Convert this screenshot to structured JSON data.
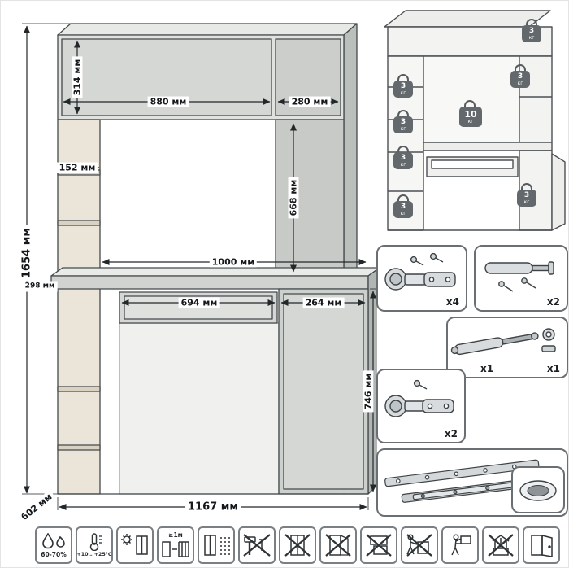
{
  "drawing": {
    "dimensions": {
      "overall_height": "1654 мм",
      "top_cabinet_height": "314 мм",
      "top_door_width": "880 мм",
      "top_right_width": "280 мм",
      "niche_height": "668 мм",
      "shelf_depth": "152 мм",
      "desktop_width": "1000 мм",
      "left_depth": "298 мм",
      "drawer_width": "694 мм",
      "cabinet_width": "264 мм",
      "desk_height": "746 мм",
      "overall_width": "1167 мм",
      "overall_depth": "602 мм"
    }
  },
  "load": {
    "unit": "кг",
    "weights": [
      {
        "kg": "3"
      },
      {
        "kg": "3"
      },
      {
        "kg": "3"
      },
      {
        "kg": "3"
      },
      {
        "kg": "3"
      },
      {
        "kg": "3"
      },
      {
        "kg": "10"
      },
      {
        "kg": "3"
      }
    ]
  },
  "hardware": {
    "hinge_large": {
      "count": "x4"
    },
    "damper": {
      "count": "x2"
    },
    "gas_lift": {
      "count": "x1"
    },
    "fittings": {
      "count": "x1"
    },
    "hinge_small": {
      "count": "x2"
    }
  },
  "care": {
    "humidity": {
      "label": "60-70%"
    },
    "temperature": {
      "label": "+10...+25°C"
    },
    "heater_distance": {
      "label": "≥1м"
    }
  }
}
